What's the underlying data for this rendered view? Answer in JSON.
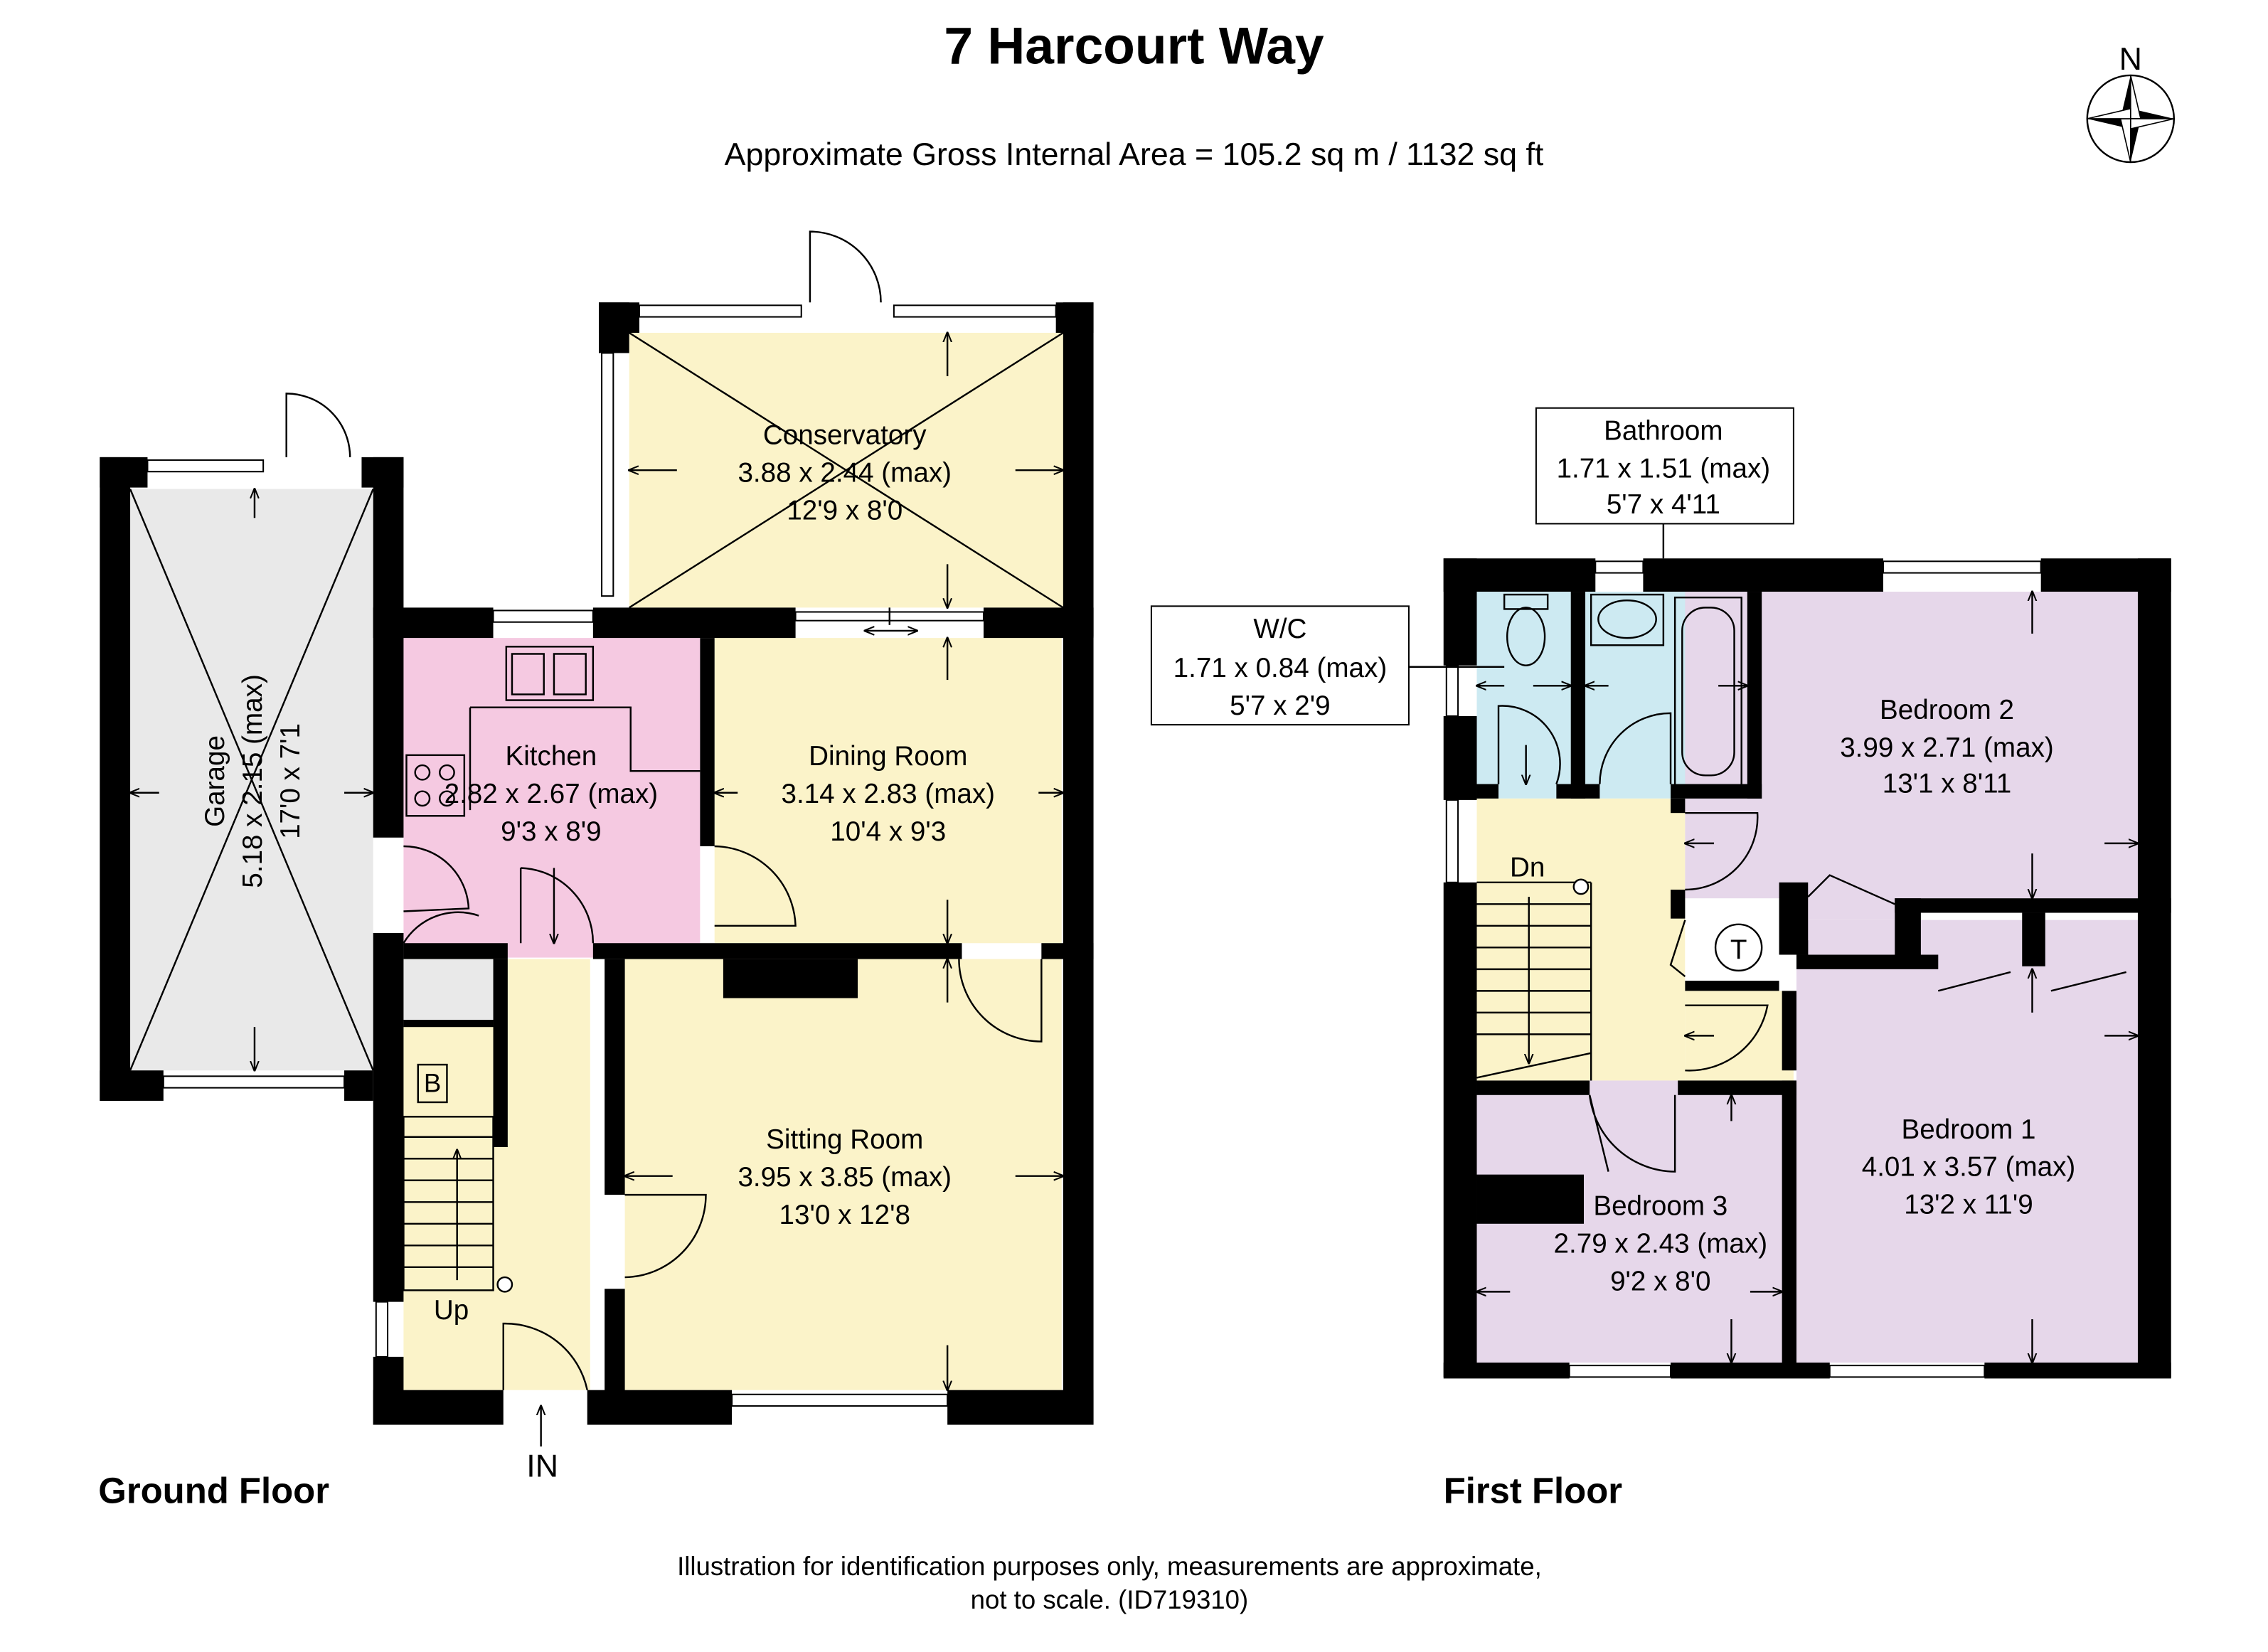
{
  "title": "7 Harcourt Way",
  "subtitle": "Approximate Gross Internal Area = 105.2 sq m / 1132 sq ft",
  "compass": {
    "label": "N",
    "icon": "compass-rose-icon"
  },
  "colors": {
    "cream": "#fbf3c9",
    "pink": "#f5c9e1",
    "lilac": "#e6d7ea",
    "blue": "#cdeaf2",
    "grey": "#e9e9e9",
    "wall": "#000000"
  },
  "ground_floor": {
    "label": "Ground Floor",
    "entrance": "IN",
    "stairs": "Up",
    "boiler": "B",
    "rooms": {
      "conservatory": {
        "name": "Conservatory",
        "metric": "3.88 x 2.44 (max)",
        "imperial": "12'9 x 8'0"
      },
      "garage": {
        "name": "Garage",
        "metric": "5.18 x 2.15 (max)",
        "imperial": "17'0 x 7'1"
      },
      "kitchen": {
        "name": "Kitchen",
        "metric": "2.82 x 2.67 (max)",
        "imperial": "9'3 x 8'9"
      },
      "dining": {
        "name": "Dining Room",
        "metric": "3.14 x 2.83 (max)",
        "imperial": "10'4 x 9'3"
      },
      "sitting": {
        "name": "Sitting Room",
        "metric": "3.95 x 3.85  (max)",
        "imperial": "13'0 x 12'8"
      }
    }
  },
  "first_floor": {
    "label": "First Floor",
    "stairs": "Dn",
    "tank": "T",
    "rooms": {
      "bathroom": {
        "name": "Bathroom",
        "metric": "1.71 x 1.51 (max)",
        "imperial": "5'7 x 4'11"
      },
      "wc": {
        "name": "W/C",
        "metric": "1.71 x 0.84 (max)",
        "imperial": "5'7 x 2'9"
      },
      "bedroom2": {
        "name": "Bedroom 2",
        "metric": "3.99 x 2.71 (max)",
        "imperial": "13'1 x 8'11"
      },
      "bedroom1": {
        "name": "Bedroom 1",
        "metric": "4.01 x 3.57 (max)",
        "imperial": "13'2 x 11'9"
      },
      "bedroom3": {
        "name": "Bedroom 3",
        "metric": "2.79 x 2.43 (max)",
        "imperial": "9'2 x 8'0"
      }
    }
  },
  "footer": {
    "line1": "Illustration for identification purposes only, measurements are approximate,",
    "line2": "not to scale. (ID719310)"
  }
}
